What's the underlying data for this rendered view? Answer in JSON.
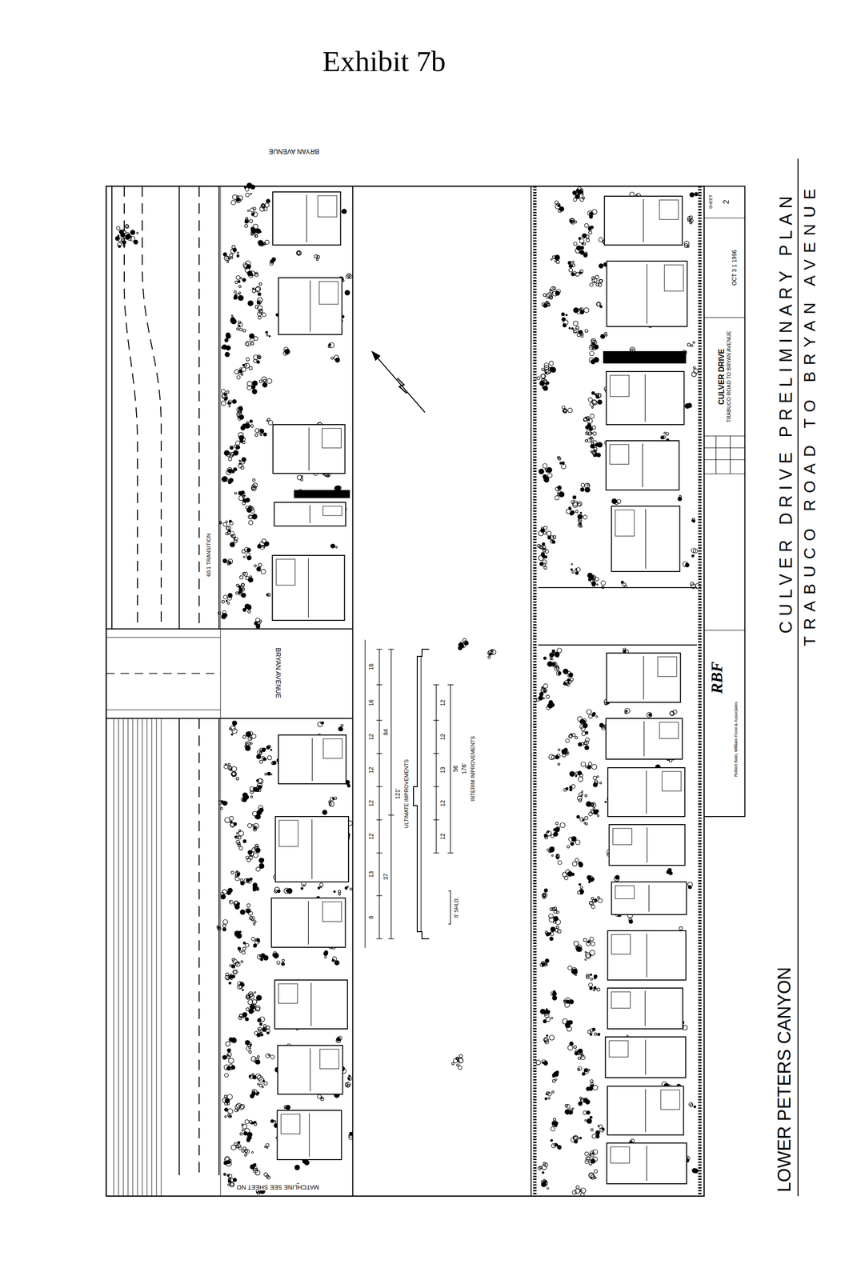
{
  "diagram": {
    "title": "Exhibit 7b",
    "nodes": [
      {
        "text": [
          "CULVER DRIVE",
          "TRABUCO ROAD TO BRYAN AVENUE"
        ]
      }
    ],
    "labels": [
      "BRYAN AVENUE",
      "60:1 TRANSITION",
      "BRYAN AVENUE",
      "MATCHLINE SEE SHEET NO",
      "16",
      "16",
      "12",
      "12",
      "12",
      "12",
      "13",
      "8",
      "84",
      "37",
      "121'",
      "ULTIMATE IMPROVEMENTS",
      "12",
      "12",
      "13",
      "12",
      "12",
      "56",
      "176'",
      "INTERIM IMPROVEMENTS",
      "8' SHLD.",
      "SHEET",
      "2",
      "OCT 3 1 1996",
      "Robert Bein, William Frost & Associates",
      "RBF",
      "LOWER PETERS CANYON",
      "CULVER DRIVE PRELIMINARY PLAN",
      "TRABUCO ROAD TO BRYAN AVENUE"
    ]
  }
}
